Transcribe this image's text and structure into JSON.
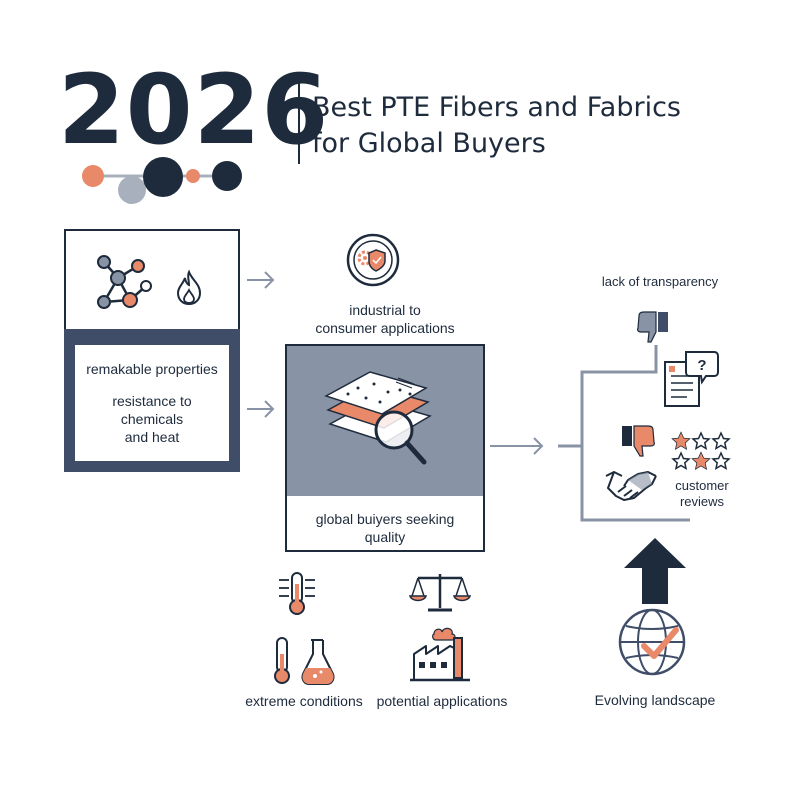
{
  "header": {
    "year": "2026",
    "title_line1": "Best PTE Fibers and Fabrics",
    "title_line2": "for Global Buyers"
  },
  "left_box": {
    "line1": "remakable properties",
    "line2": "resistance to",
    "line3": "chemicals",
    "line4": "and heat"
  },
  "center": {
    "top_label_line1": "industrial to",
    "top_label_line2": "consumer applications",
    "box_label_line1": "global buiyers seeking",
    "box_label_line2": "quality"
  },
  "bottom": {
    "extreme_label": "extreme conditions",
    "potential_label": "potential applications",
    "evolving_label": "Evolving landscape"
  },
  "right": {
    "transparency_label": "lack of transparency",
    "reviews_line1": "customer",
    "reviews_line2": "reviews"
  },
  "colors": {
    "navy": "#1e2b3c",
    "orange": "#e8896a",
    "slate": "#3f4d68",
    "gray": "#8893a5",
    "light_gray": "#a8b0be"
  }
}
